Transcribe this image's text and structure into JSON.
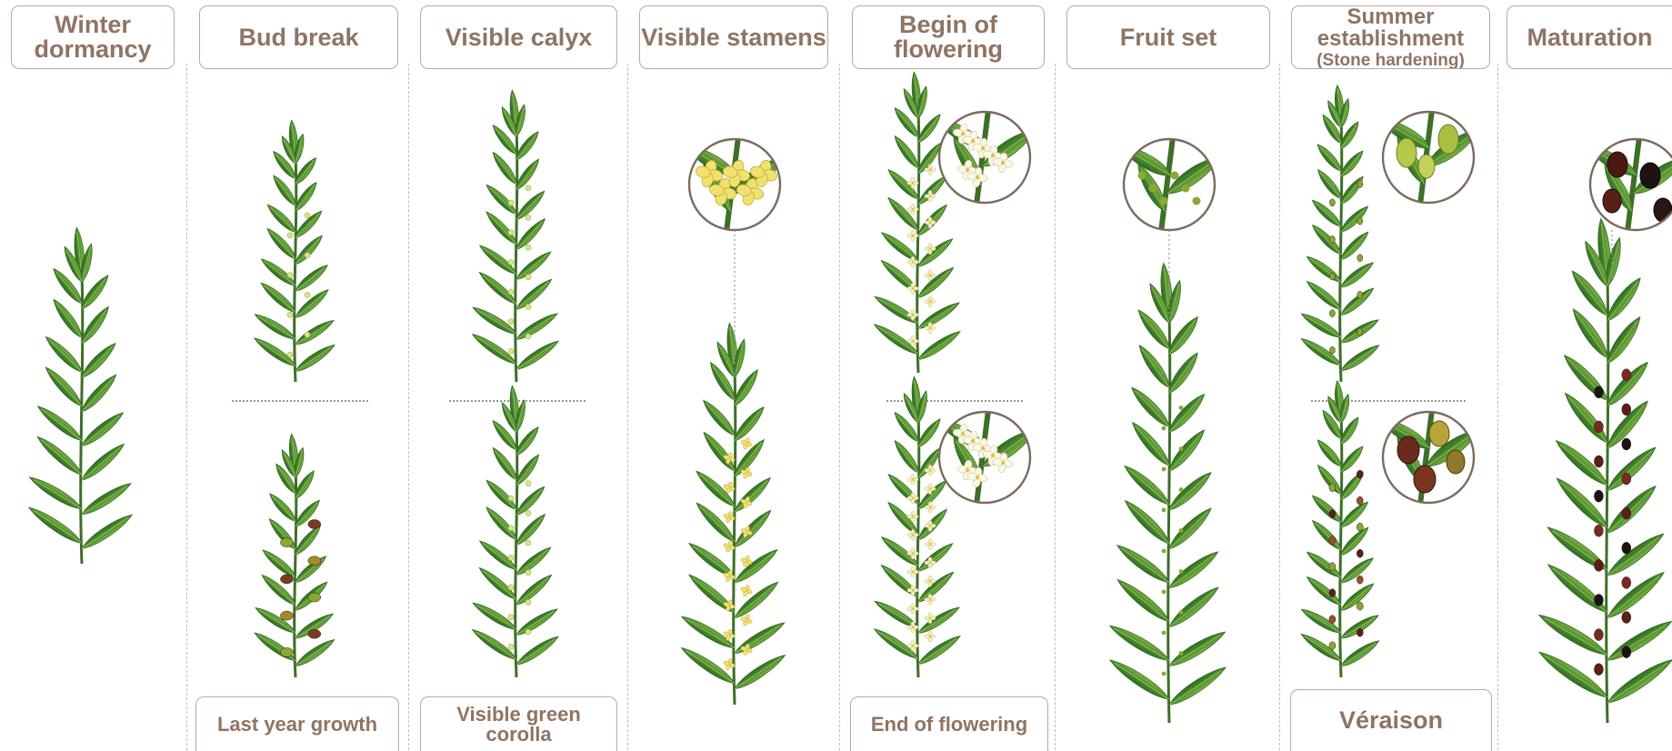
{
  "stages": [
    {
      "id": "winter",
      "title_lines": [
        "Winter",
        "dormancy"
      ]
    },
    {
      "id": "budbreak",
      "title_lines": [
        "Bud break"
      ],
      "bottom_label_lines": [
        "Last year growth"
      ]
    },
    {
      "id": "calyx",
      "title_lines": [
        "Visible calyx"
      ],
      "bottom_label_lines": [
        "Visible green",
        "corolla"
      ]
    },
    {
      "id": "stamens",
      "title_lines": [
        "Visible stamens"
      ]
    },
    {
      "id": "flowering",
      "title_lines": [
        "Begin of",
        "flowering"
      ],
      "bottom_label_lines": [
        "End of flowering"
      ]
    },
    {
      "id": "fruitset",
      "title_lines": [
        "Fruit set"
      ]
    },
    {
      "id": "summer",
      "title_lines": [
        "Summer",
        "establishment"
      ],
      "title_sub": "(Stone hardening)",
      "bottom_label_lines": [
        "Véraison"
      ]
    },
    {
      "id": "maturation",
      "title_lines": [
        "Maturation"
      ]
    }
  ],
  "colors": {
    "label_text": "#8f7464",
    "label_border": "#bba89c",
    "leaf_dark": "#2f6b23",
    "leaf_light": "#6aa33a",
    "flower": "#f3efc4",
    "bud": "#d8e58a",
    "fruit_green": "#8aa832",
    "fruit_purple": "#5b1f1a",
    "fruit_black": "#1b1414"
  }
}
